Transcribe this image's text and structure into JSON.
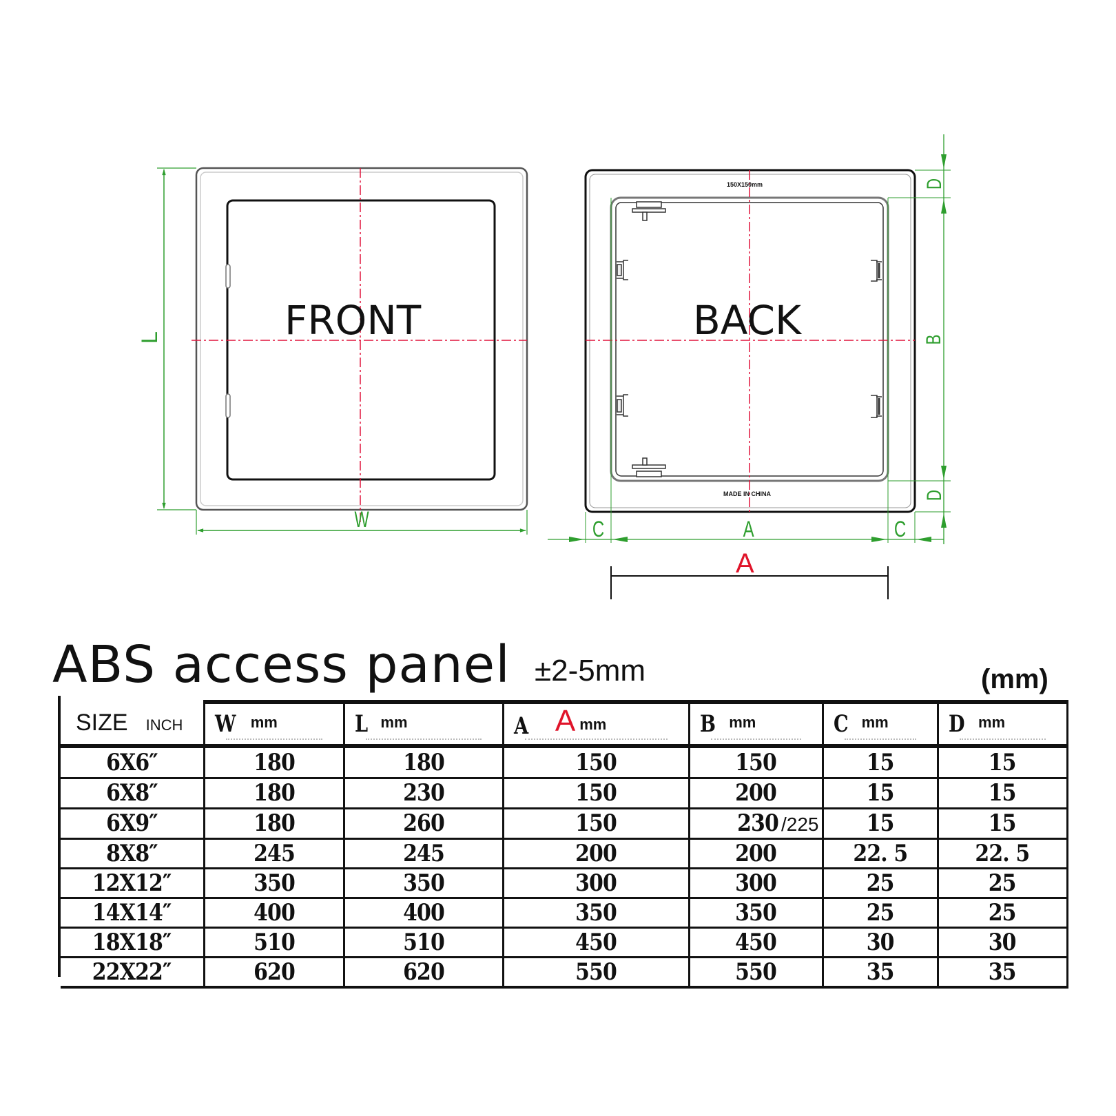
{
  "diagram": {
    "front": {
      "label": "FRONT",
      "dim_width": "W",
      "dim_length": "L"
    },
    "back": {
      "label": "BACK",
      "top_marking": "150X150mm",
      "bottom_marking": "MADE IN CHINA",
      "dim_a": "A",
      "dim_b": "B",
      "dim_c_left": "C",
      "dim_c_right": "C",
      "dim_d_top": "D",
      "dim_d_bottom": "D",
      "opening_label": "A"
    },
    "colors": {
      "outline": "#111111",
      "dimension_green": "#2e9e2e",
      "centerline_red": "#e0143c",
      "highlight_red": "#e0142a"
    }
  },
  "spec": {
    "title": "ABS access panel",
    "tolerance": "±2-5mm",
    "unit_note": "(mm)",
    "headers": {
      "size": "SIZE",
      "inch": "INCH",
      "columns": [
        {
          "letter": "W",
          "unit": "mm",
          "highlight": ""
        },
        {
          "letter": "L",
          "unit": "mm",
          "highlight": ""
        },
        {
          "letter": "A",
          "unit": "mm",
          "highlight": "A"
        },
        {
          "letter": "B",
          "unit": "mm",
          "highlight": ""
        },
        {
          "letter": "C",
          "unit": "mm",
          "highlight": ""
        },
        {
          "letter": "D",
          "unit": "mm",
          "highlight": ""
        }
      ]
    },
    "rows": [
      {
        "size": "6X6″",
        "W": "180",
        "L": "180",
        "A": "150",
        "B": "150",
        "B_alt": "",
        "C": "15",
        "D": "15"
      },
      {
        "size": "6X8″",
        "W": "180",
        "L": "230",
        "A": "150",
        "B": "200",
        "B_alt": "",
        "C": "15",
        "D": "15"
      },
      {
        "size": "6X9″",
        "W": "180",
        "L": "260",
        "A": "150",
        "B": "230",
        "B_alt": "/225",
        "C": "15",
        "D": "15"
      },
      {
        "size": "8X8″",
        "W": "245",
        "L": "245",
        "A": "200",
        "B": "200",
        "B_alt": "",
        "C": "22. 5",
        "D": "22. 5"
      },
      {
        "size": "12X12″",
        "W": "350",
        "L": "350",
        "A": "300",
        "B": "300",
        "B_alt": "",
        "C": "25",
        "D": "25"
      },
      {
        "size": "14X14″",
        "W": "400",
        "L": "400",
        "A": "350",
        "B": "350",
        "B_alt": "",
        "C": "25",
        "D": "25"
      },
      {
        "size": "18X18″",
        "W": "510",
        "L": "510",
        "A": "450",
        "B": "450",
        "B_alt": "",
        "C": "30",
        "D": "30"
      },
      {
        "size": "22X22″",
        "W": "620",
        "L": "620",
        "A": "550",
        "B": "550",
        "B_alt": "",
        "C": "35",
        "D": "35"
      }
    ]
  }
}
